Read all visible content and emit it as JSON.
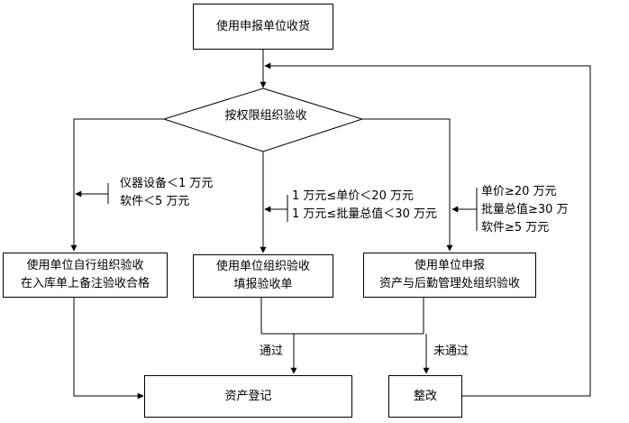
{
  "nodes": {
    "receive": "使用申报单位收货",
    "decision": "按权限组织验收",
    "self_accept": [
      "使用单位自行组织验收",
      "在入库单上备注验收合格"
    ],
    "unit_accept": [
      "使用单位组织验收",
      "填报验收单"
    ],
    "dept_accept": [
      "使用单位申报",
      "资产与后勤管理处组织验收"
    ],
    "register": "资产登记",
    "rectify": "整改"
  },
  "conditions": {
    "left": [
      "仪器设备＜1 万元",
      "软件＜5 万元"
    ],
    "middle": [
      "1 万元≤单价＜20 万元",
      "1 万元≤批量总值＜30 万元"
    ],
    "right": [
      "单价≥20 万元",
      "批量总值≥30 万",
      "软件≥5 万元"
    ]
  },
  "edges": {
    "pass": "通过",
    "fail": "未通过"
  }
}
